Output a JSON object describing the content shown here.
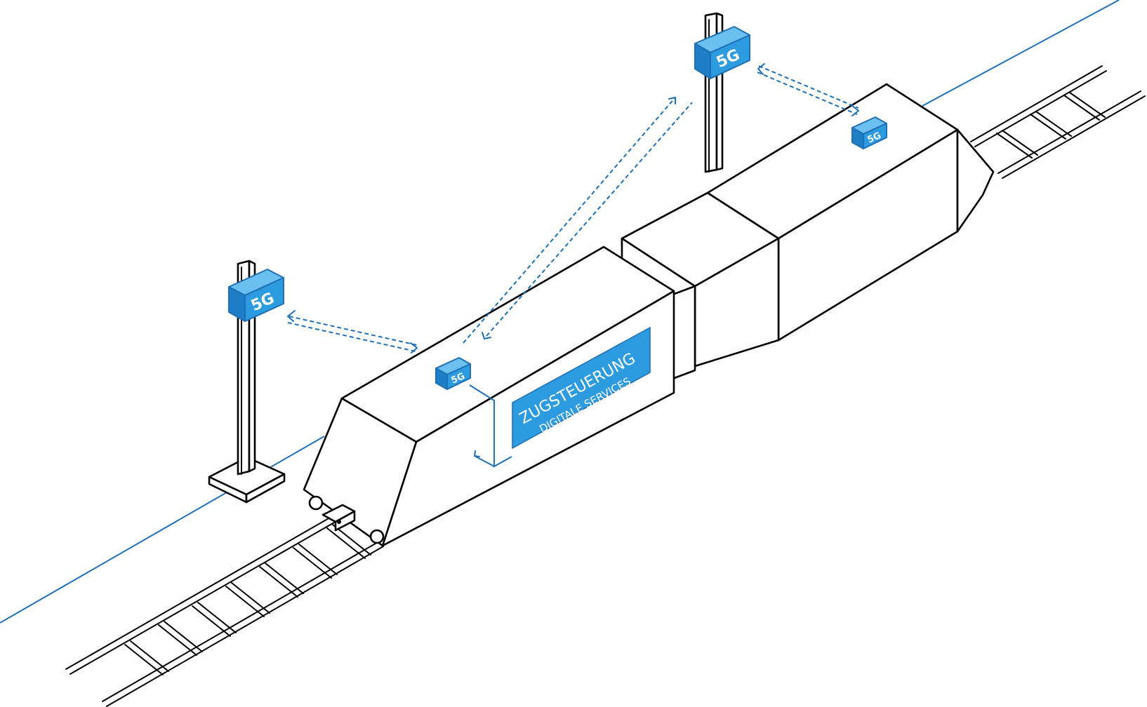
{
  "antennas": {
    "left_mast": {
      "label": "5G"
    },
    "right_mast": {
      "label": "5G"
    },
    "train_front": {
      "label": "5G"
    },
    "train_rear": {
      "label": "5G"
    }
  },
  "sign": {
    "line1": "ZUGSTEUERUNG",
    "line2": "DIGITALE SERVICES"
  },
  "colors": {
    "accent": "#2d9be0",
    "accent_dark": "#1f6fb5",
    "line": "#000000",
    "background": "#ffffff"
  }
}
